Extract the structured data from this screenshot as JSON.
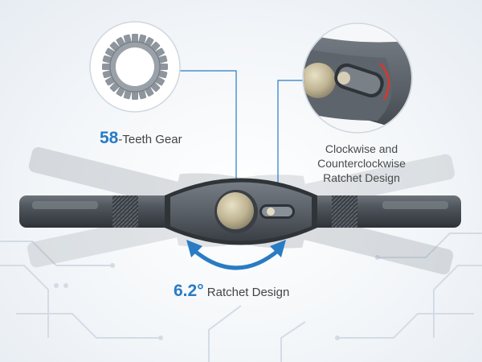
{
  "callouts": {
    "gear_number": "58",
    "gear_text": "-Teeth Gear",
    "angle_number": "6.2°",
    "angle_text": "Ratchet Design",
    "direction_line1": "Clockwise and",
    "direction_line2": "Counterclockwise",
    "direction_line3": "Ratchet Design"
  },
  "colors": {
    "accent_blue": "#2a7bc4",
    "tool_dark": "#4a5058",
    "highlight_red": "#d9362b"
  },
  "icons": {
    "gear": "gear-icon",
    "rotation_arrow": "rotation-arrow-icon"
  }
}
